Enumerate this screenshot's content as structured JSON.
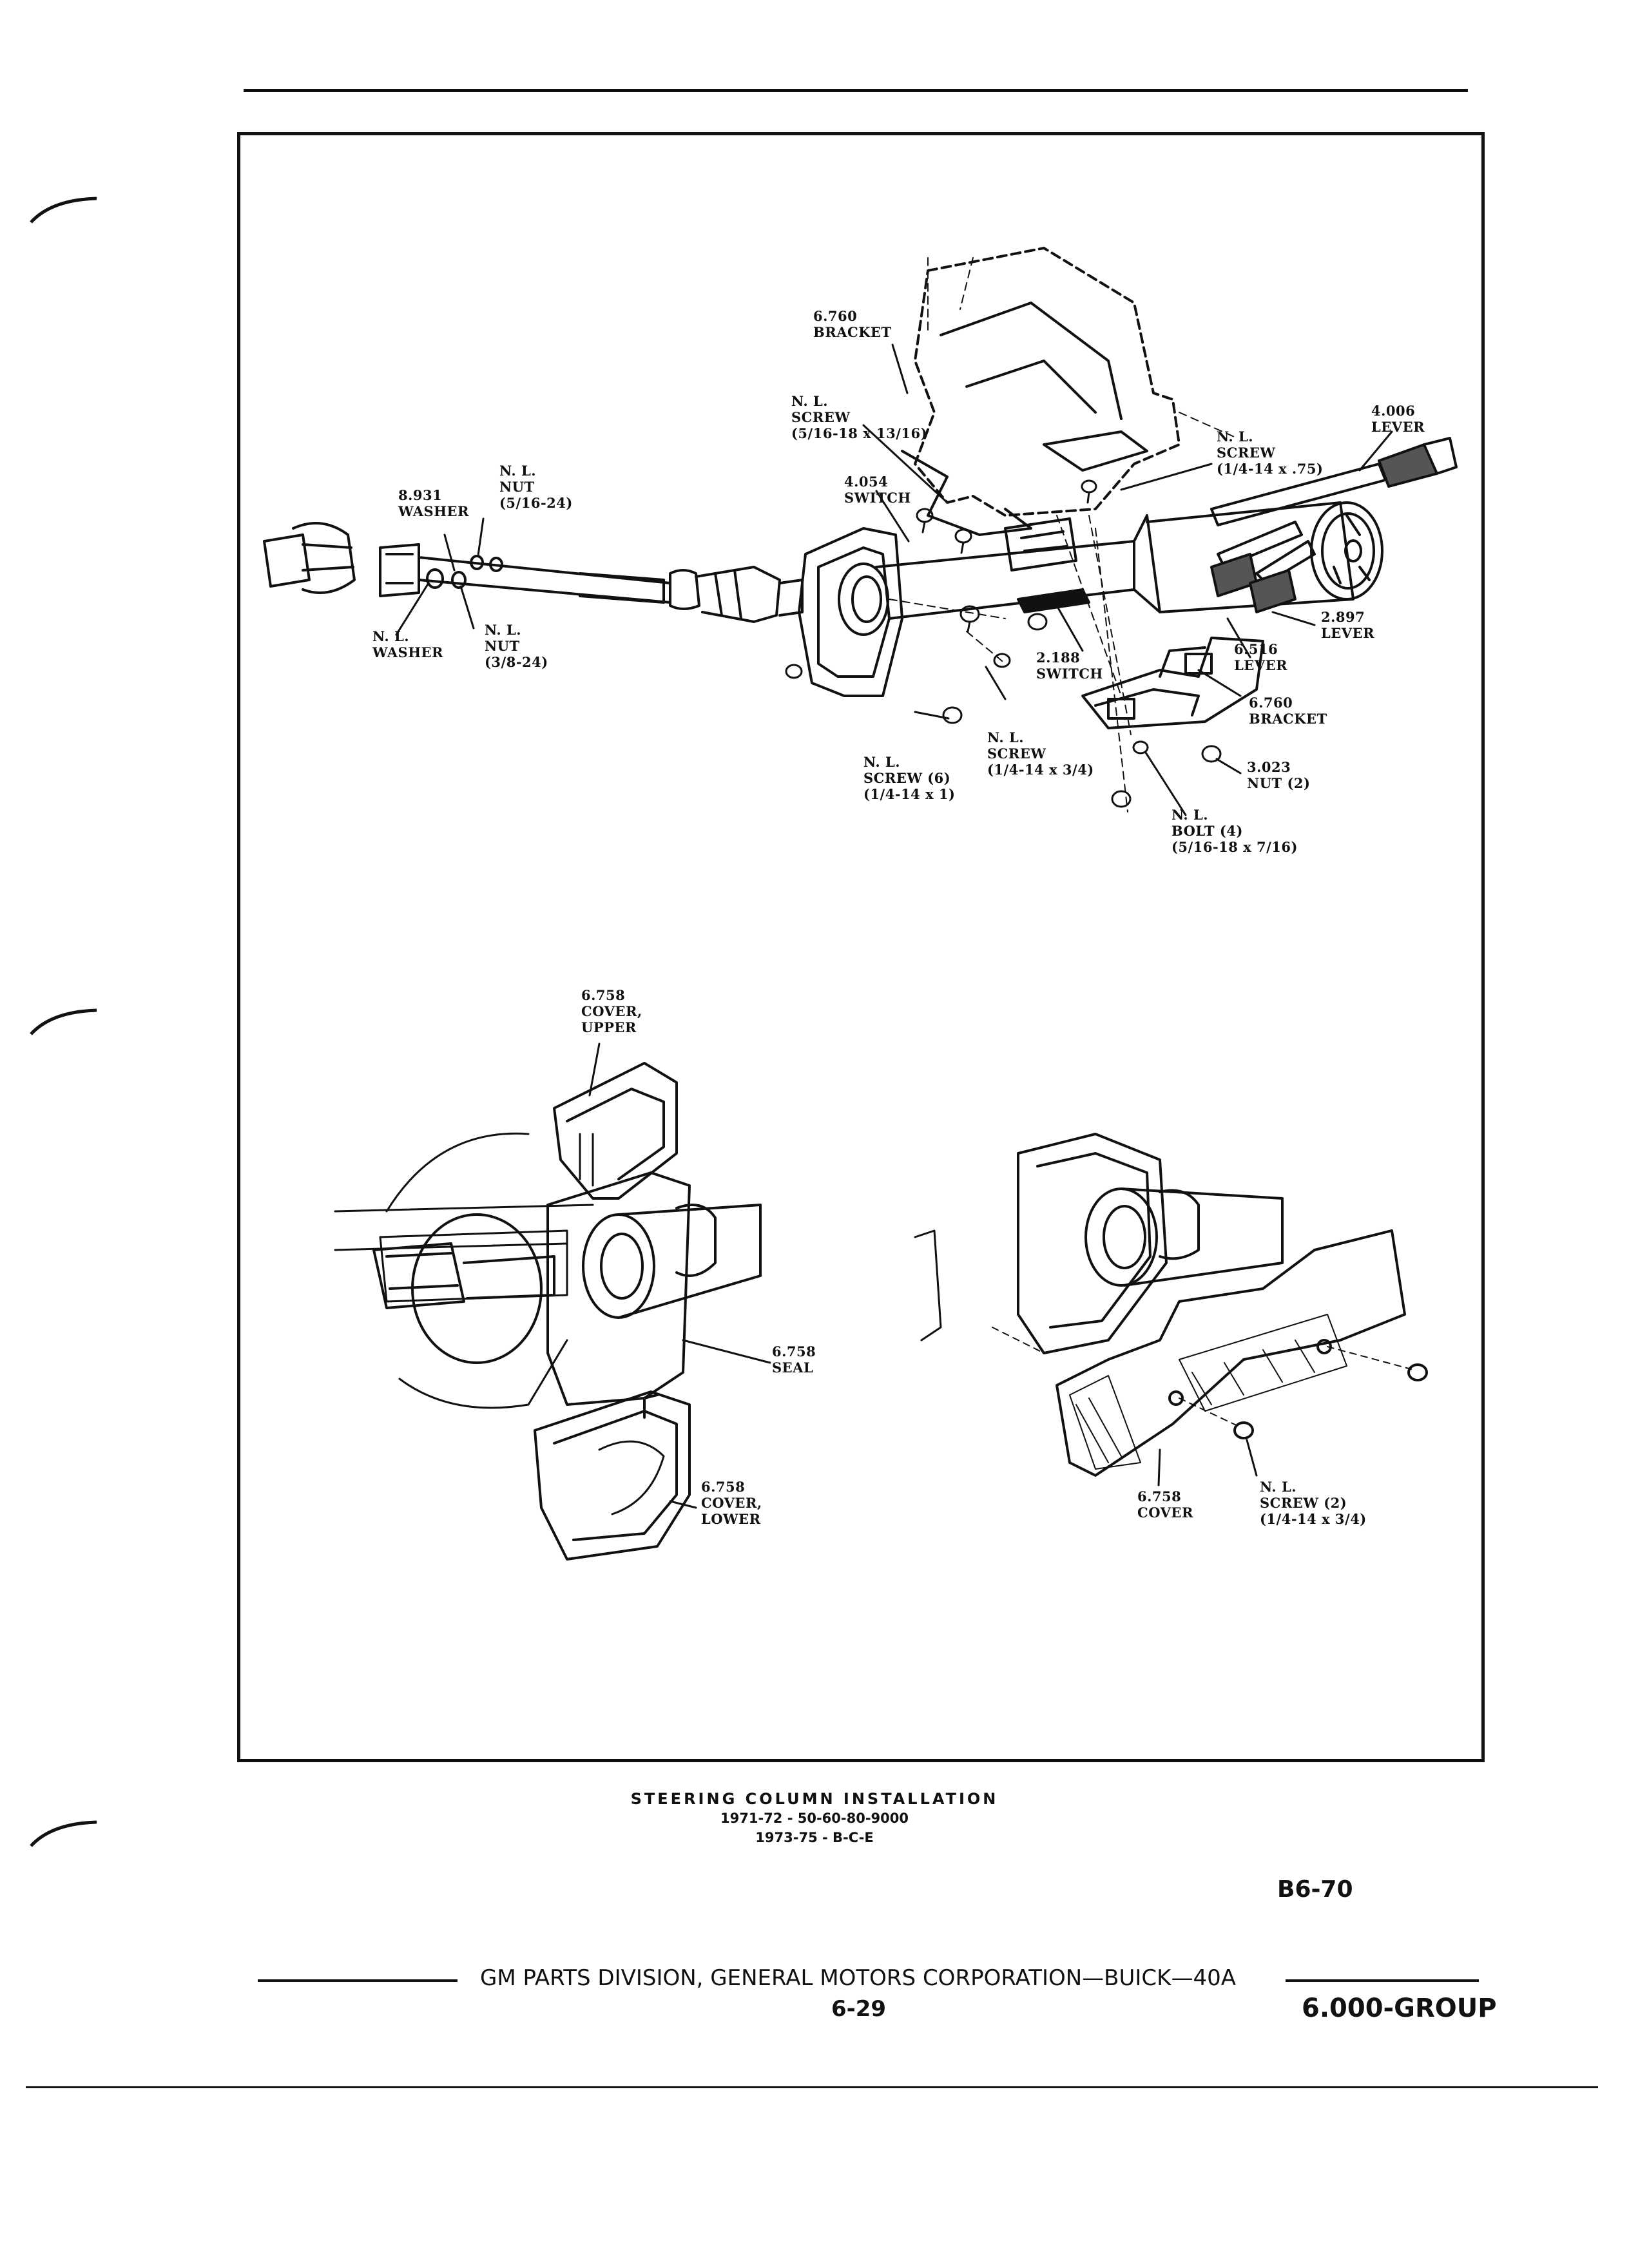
{
  "callouts": {
    "bracket_top": [
      "6.760",
      "BRACKET"
    ],
    "screw_upper_left": [
      "N. L.",
      "SCREW",
      "(5/16-18 x 13/16)"
    ],
    "switch_4054": [
      "4.054",
      "SWITCH"
    ],
    "nut_5_16": [
      "N. L.",
      "NUT",
      "(5/16-24)"
    ],
    "washer_8931": [
      "8.931",
      "WASHER"
    ],
    "washer_nl": [
      "N. L.",
      "WASHER"
    ],
    "nut_3_8": [
      "N. L.",
      "NUT",
      "(3/8-24)"
    ],
    "lever_4006": [
      "4.006",
      "LEVER"
    ],
    "screw_upper_right": [
      "N. L.",
      "SCREW",
      "(1/4-14 x .75)"
    ],
    "lever_2897": [
      "2.897",
      "LEVER"
    ],
    "lever_6516": [
      "6.516",
      "LEVER"
    ],
    "switch_2188": [
      "2.188",
      "SWITCH"
    ],
    "bracket_lower": [
      "6.760",
      "BRACKET"
    ],
    "screw_mid": [
      "N. L.",
      "SCREW",
      "(1/4-14 x 3/4)"
    ],
    "screw_6": [
      "N. L.",
      "SCREW (6)",
      "(1/4-14 x 1)"
    ],
    "nut_3023": [
      "3.023",
      "NUT (2)"
    ],
    "bolt_4": [
      "N. L.",
      "BOLT (4)",
      "(5/16-18 x 7/16)"
    ],
    "cover_upper": [
      "6.758",
      "COVER,",
      "UPPER"
    ],
    "seal": [
      "6.758",
      "SEAL"
    ],
    "cover_lower": [
      "6.758",
      "COVER,",
      "LOWER"
    ],
    "cover": [
      "6.758",
      "COVER"
    ],
    "screw_2": [
      "N. L.",
      "SCREW (2)",
      "(1/4-14 x 3/4)"
    ]
  },
  "caption": {
    "title": "STEERING COLUMN INSTALLATION",
    "line1": "1971-72 - 50-60-80-9000",
    "line2": "1973-75 - B-C-E"
  },
  "figure_code": "B6-70",
  "footer": {
    "corporation": "GM PARTS DIVISION, GENERAL MOTORS CORPORATION—BUICK—40A",
    "page_number": "6-29",
    "group": "6.000-GROUP"
  }
}
